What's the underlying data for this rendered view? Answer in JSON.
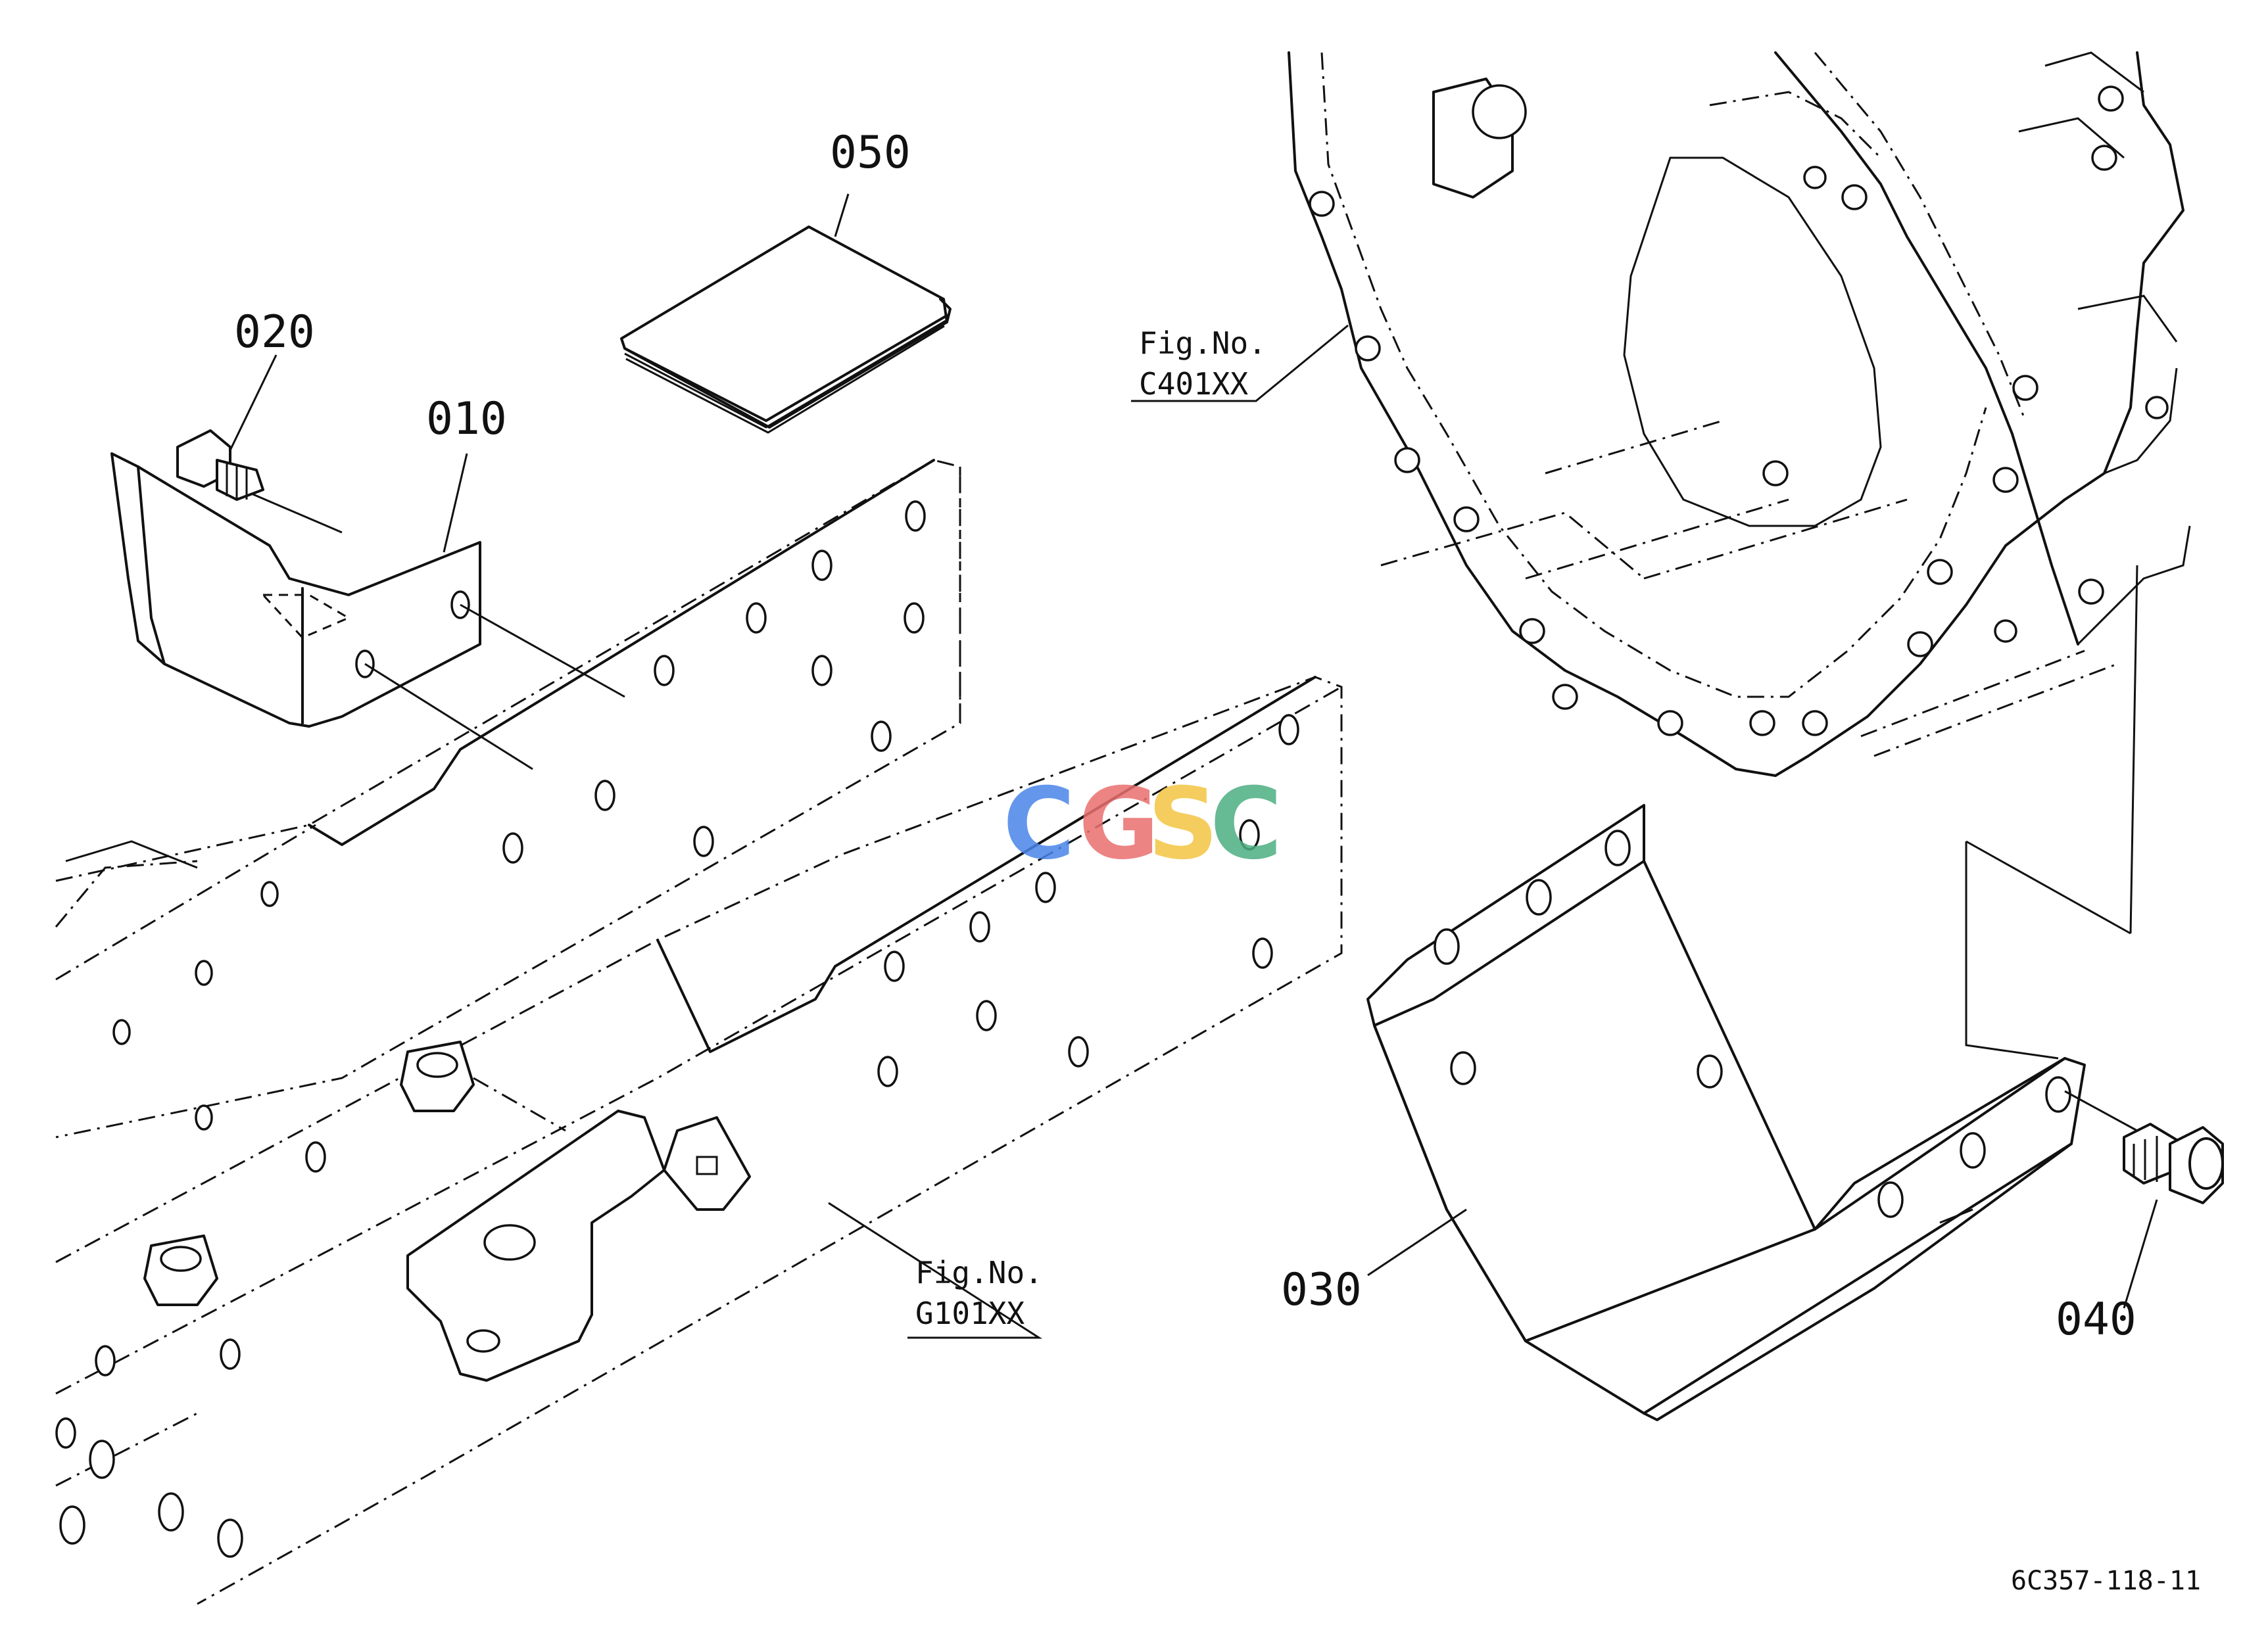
{
  "parts": [
    {
      "id": "p010",
      "label": "010"
    },
    {
      "id": "p020",
      "label": "020"
    },
    {
      "id": "p030",
      "label": "030"
    },
    {
      "id": "p040",
      "label": "040"
    },
    {
      "id": "p050",
      "label": "050"
    }
  ],
  "figure_refs": [
    {
      "line1": "Fig.No.",
      "line2": "C401XX"
    },
    {
      "line1": "Fig.No.",
      "line2": "G101XX"
    }
  ],
  "watermark": {
    "letters": [
      "C",
      "G",
      "S",
      "C"
    ],
    "colors": [
      "#4a86e8",
      "#ea6f6f",
      "#f4c542",
      "#4caf82"
    ]
  },
  "drawing_code": "6C357-118-11"
}
